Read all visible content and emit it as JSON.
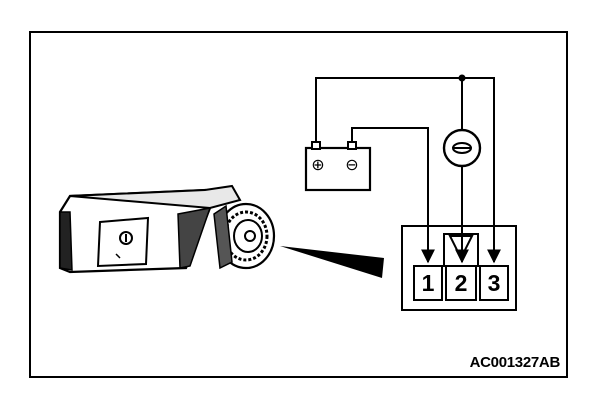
{
  "diagram": {
    "figure_code": "AC001327AB",
    "connector_pins": [
      {
        "label": "1"
      },
      {
        "label": "2"
      },
      {
        "label": "3"
      }
    ],
    "battery": {
      "positive_symbol": "⊕",
      "negative_symbol": "⊖"
    },
    "colors": {
      "ink": "#000000",
      "paper": "#ffffff"
    }
  }
}
